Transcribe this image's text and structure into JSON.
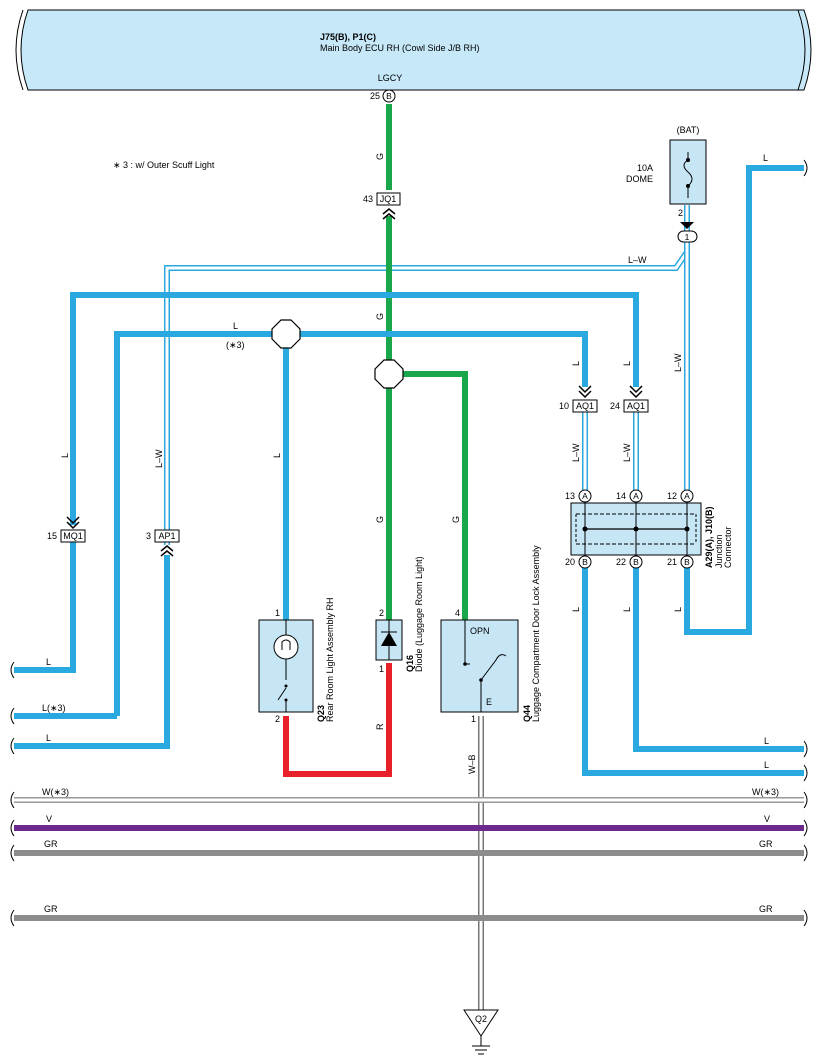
{
  "ecu": {
    "name_codes": "J75(B), P1(C)",
    "name": "Main Body ECU RH (Cowl Side J/B RH)",
    "terminal_name": "LGCY",
    "pin_no": "25",
    "pin_conn": "B"
  },
  "note": "∗ 3 : w/ Outer Scuff Light",
  "fuse": {
    "source": "(BAT)",
    "rating": "10A",
    "name": "DOME",
    "pin_out": "2",
    "junction": "1"
  },
  "inline_connectors": [
    {
      "id": "jq1",
      "pin": "43",
      "label": "JQ1"
    },
    {
      "id": "aq1a",
      "pin": "10",
      "label": "AQ1"
    },
    {
      "id": "aq1b",
      "pin": "24",
      "label": "AQ1"
    },
    {
      "id": "mq1",
      "pin": "15",
      "label": "MQ1"
    },
    {
      "id": "ap1",
      "pin": "3",
      "label": "AP1"
    }
  ],
  "junction_connector": {
    "codes": "A29(A), J10(B)",
    "name_line1": "Junction",
    "name_line2": "Connector",
    "pins_top": [
      {
        "no": "13",
        "conn": "A"
      },
      {
        "no": "14",
        "conn": "A"
      },
      {
        "no": "12",
        "conn": "A"
      }
    ],
    "pins_bottom": [
      {
        "no": "20",
        "conn": "B"
      },
      {
        "no": "22",
        "conn": "B"
      },
      {
        "no": "21",
        "conn": "B"
      }
    ]
  },
  "components": {
    "q23": {
      "code": "Q23",
      "name": "Rear Room Light Assembly RH",
      "pin_top": "1",
      "pin_bottom": "2"
    },
    "q16": {
      "code": "Q16",
      "name": "Diode (Luggage Room Light)",
      "pin_top": "2",
      "pin_bottom": "1"
    },
    "q44": {
      "code": "Q44",
      "name": "Luggage Compartment Door Lock Assembly",
      "pin_top": "4",
      "pin_bottom": "1",
      "switch_label": "OPN",
      "ground_label": "E"
    }
  },
  "ground": {
    "label": "Q2"
  },
  "wire_labels": {
    "g": "G",
    "l": "L",
    "lw": "L–W",
    "r": "R",
    "wb": "W–B",
    "l_opt": "(∗3)",
    "l3": "L(∗3)",
    "w3": "W(∗3)",
    "v": "V",
    "gr": "GR"
  },
  "colors": {
    "blue": "#2aa8e0",
    "green": "#1aa64a",
    "red": "#e8202a",
    "violet": "#6b2a8c",
    "gray": "#8c8c8c",
    "component_fill": "#c6e6f6",
    "ecu_fill": "#c6e8f8"
  }
}
